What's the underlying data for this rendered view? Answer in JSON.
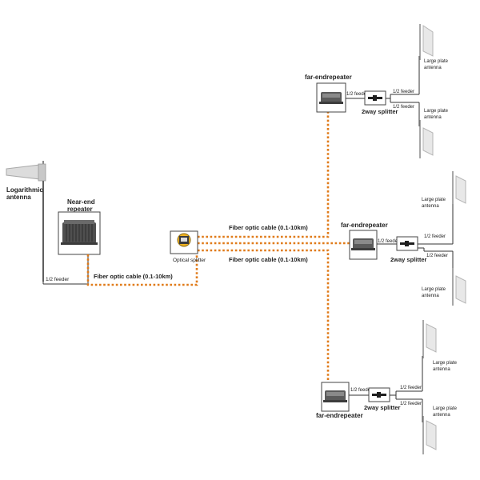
{
  "colors": {
    "fiber": "#E07B1A",
    "wire": "#333333",
    "box_border": "#444444",
    "device_body": "#5B5B5B",
    "panel_face": "#E8E8E8",
    "panel_edge": "#B5B5B5"
  },
  "source_antenna": {
    "label_line1": "Logarithmic",
    "label_line2": "antenna",
    "feeder_label": "1/2 feeder"
  },
  "near_end_repeater": {
    "label_line1": "Near-end",
    "label_line2": "repeater"
  },
  "optical_splitter": {
    "label": "Optical splitter"
  },
  "fiber_cables": {
    "near_to_splitter": "Fiber optic cable (0.1-10km)",
    "to_top_branch": "Fiber optic cable (0.1-10km)",
    "to_middle_branch": "Fiber optic cable (0.1-10km)"
  },
  "branches": [
    {
      "repeater_label": "far-endrepeater",
      "feeder_in_label": "1/2 feeder",
      "splitter_label": "2way splitter",
      "feeder_out_top_label": "1/2 feeder",
      "feeder_out_bottom_label": "1/2 feeder",
      "antenna_top_line1": "Large plate",
      "antenna_top_line2": "antenna",
      "antenna_bottom_line1": "Large plate",
      "antenna_bottom_line2": "antenna"
    },
    {
      "repeater_label": "far-endrepeater",
      "feeder_in_label": "1/2 feeder",
      "splitter_label": "2way splitter",
      "feeder_out_top_label": "1/2 feeder",
      "feeder_out_bottom_label": "1/2 feeder",
      "antenna_top_line1": "Large plate",
      "antenna_top_line2": "antenna",
      "antenna_bottom_line1": "Large plate",
      "antenna_bottom_line2": "antenna"
    },
    {
      "repeater_label": "far-endrepeater",
      "feeder_in_label": "1/2 feeder",
      "splitter_label": "2way splitter",
      "feeder_out_top_label": "1/2 feeder",
      "feeder_out_bottom_label": "1/2 feeder",
      "antenna_top_line1": "Large plate",
      "antenna_top_line2": "antenna",
      "antenna_bottom_line1": "Large plate",
      "antenna_bottom_line2": "antenna"
    }
  ]
}
